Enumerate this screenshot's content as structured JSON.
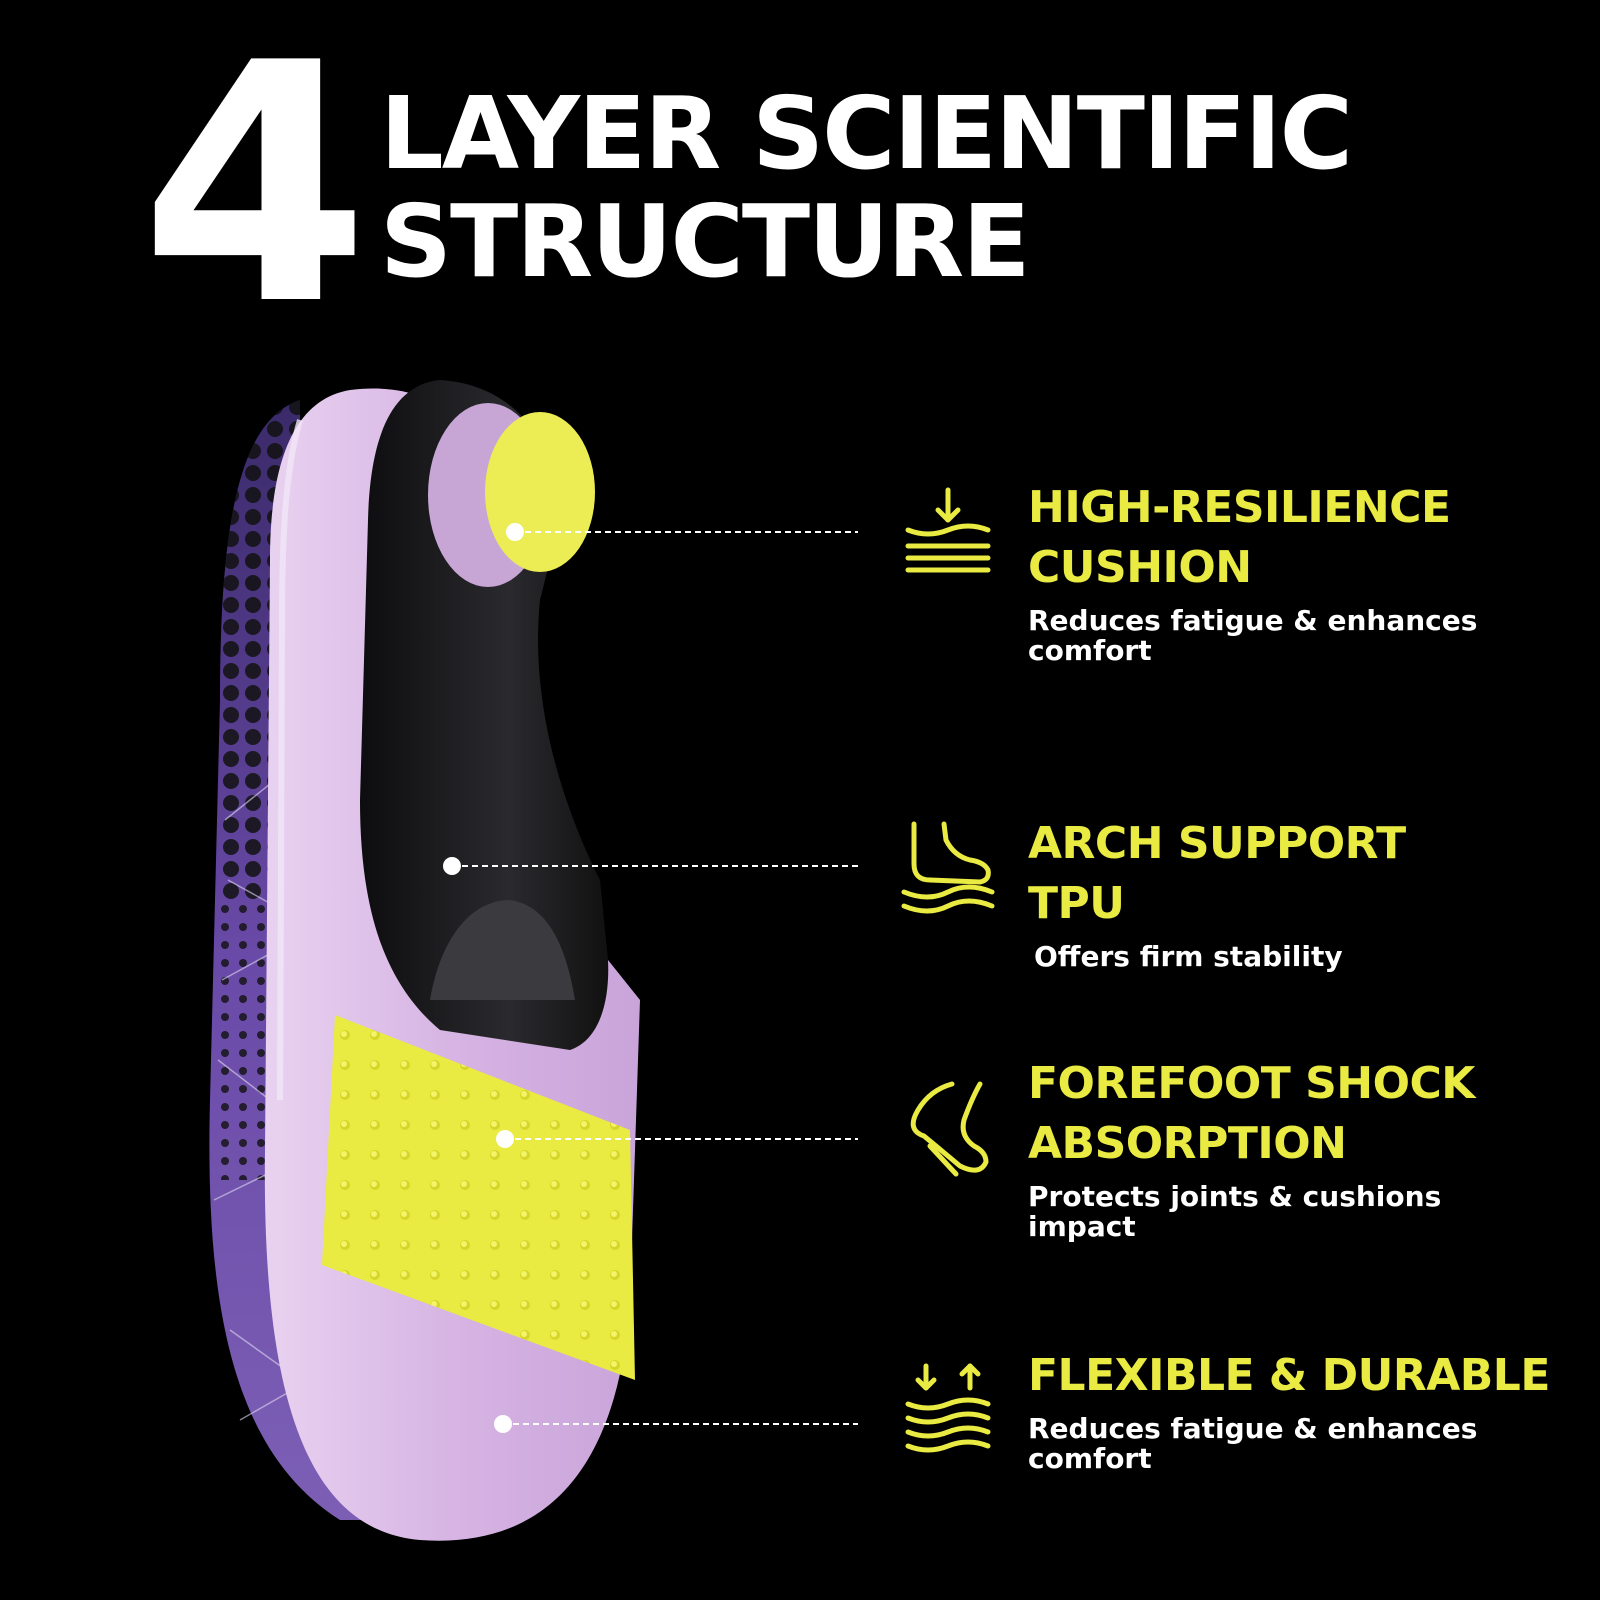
{
  "header": {
    "number": "4",
    "title_line1": "LAYER SCIENTIFIC",
    "title_line2": "STRUCTURE"
  },
  "features": [
    {
      "title": "HIGH-RESILIENCE\nCUSHION",
      "description": "Reduces fatigue & enhances comfort",
      "icon": "compression-layers-icon"
    },
    {
      "title": "ARCH SUPPORT\nTPU",
      "description": "Offers firm stability",
      "icon": "foot-arch-icon"
    },
    {
      "title": "FOREFOOT SHOCK\nABSORPTION",
      "description": "Protects joints & cushions impact",
      "icon": "forefoot-icon"
    },
    {
      "title": "FLEXIBLE & DURABLE",
      "description": "Reduces fatigue & enhances comfort",
      "icon": "flex-layers-icon"
    }
  ],
  "colors": {
    "background": "#000000",
    "accent": "#e9ea42",
    "text": "#ffffff",
    "insole_lavender": "#d9b8e4",
    "insole_purple": "#5b3f95",
    "arch_black": "#1c1c1e"
  }
}
